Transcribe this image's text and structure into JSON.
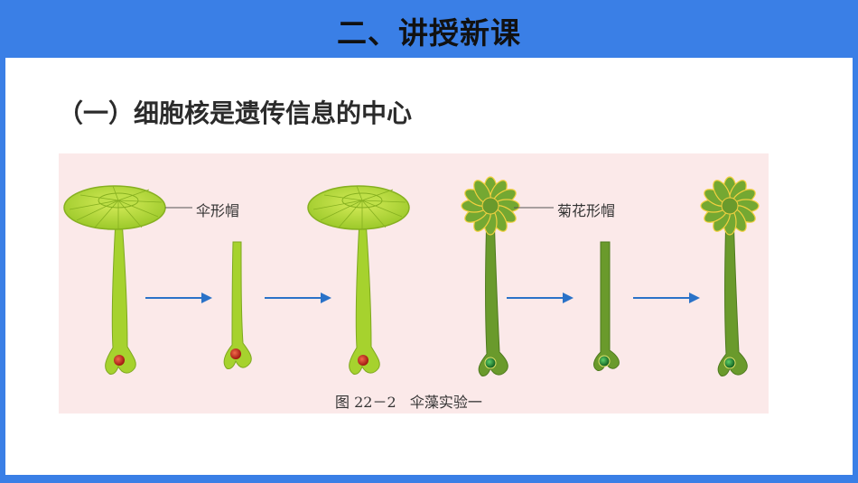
{
  "header": {
    "title": "二、讲授新课"
  },
  "main": {
    "section_heading": "（一）细胞核是遗传信息的中心",
    "figure": {
      "label_umbrella_cap": "伞形帽",
      "label_chrysanthemum_cap": "菊花形帽",
      "caption": "图 22－2   伞藻实验一"
    }
  },
  "colors": {
    "header_bg": "#3a7fe6",
    "umbrella_alga": "#a6d22e",
    "chrysanthemum_alga": "#6a9a2c",
    "nucleus_red": "#c0281c",
    "nucleus_green": "#1e7a2c",
    "arrow": "#2a72c8"
  },
  "icons": [
    "arrow-right-icon"
  ]
}
